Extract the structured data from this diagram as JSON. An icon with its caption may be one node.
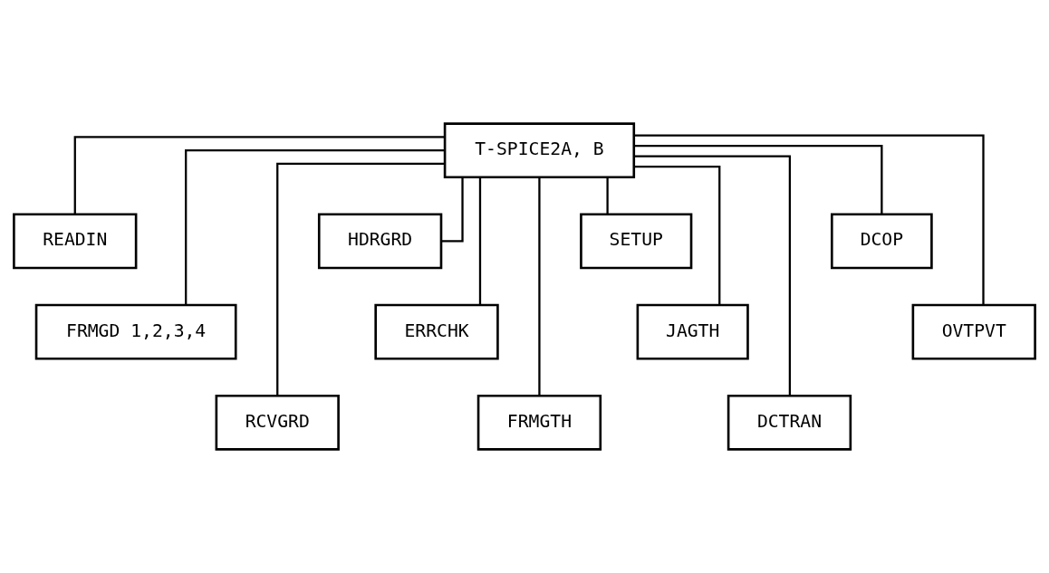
{
  "diagram": {
    "nodes": [
      {
        "text": [
          "T-SPICE2A, B"
        ]
      },
      {
        "text": [
          "READIN"
        ]
      },
      {
        "text": [
          "FRMGD 1,2,3,4"
        ]
      },
      {
        "text": [
          "RCVGRD"
        ]
      },
      {
        "text": [
          "HDRGRD"
        ]
      },
      {
        "text": [
          "ERRCHK"
        ]
      },
      {
        "text": [
          "FRMGTH"
        ]
      },
      {
        "text": [
          "SETUP"
        ]
      },
      {
        "text": [
          "JAGTH"
        ]
      },
      {
        "text": [
          "DCTRAN"
        ]
      },
      {
        "text": [
          "DCOP"
        ]
      },
      {
        "text": [
          "OVTPVT"
        ]
      }
    ],
    "edges": [
      {
        "from": 0,
        "to": 1,
        "arrow": "none"
      },
      {
        "from": 0,
        "to": 2,
        "arrow": "none"
      },
      {
        "from": 0,
        "to": 3,
        "arrow": "none"
      },
      {
        "from": 0,
        "to": 4,
        "arrow": "none"
      },
      {
        "from": 0,
        "to": 5,
        "arrow": "none"
      },
      {
        "from": 0,
        "to": 6,
        "arrow": "none"
      },
      {
        "from": 0,
        "to": 7,
        "arrow": "none"
      },
      {
        "from": 0,
        "to": 8,
        "arrow": "none"
      },
      {
        "from": 0,
        "to": 9,
        "arrow": "none"
      },
      {
        "from": 0,
        "to": 10,
        "arrow": "none"
      },
      {
        "from": 0,
        "to": 11,
        "arrow": "none"
      }
    ]
  }
}
